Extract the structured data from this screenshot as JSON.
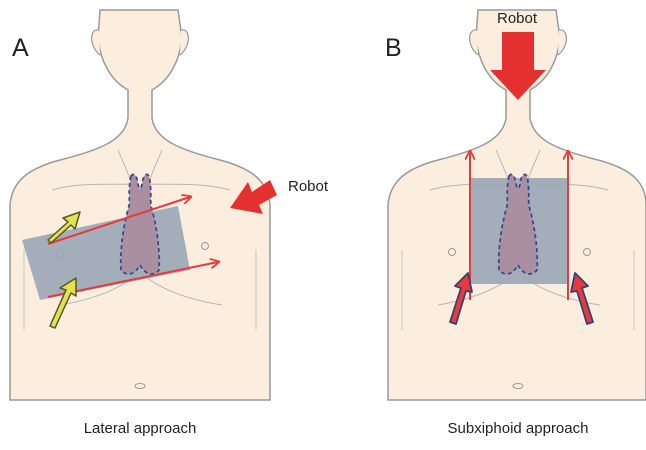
{
  "panels": [
    {
      "letter": "A",
      "caption": "Lateral approach",
      "robot_label": "Robot"
    },
    {
      "letter": "B",
      "caption": "Subxiphoid approach",
      "robot_label": "Robot"
    }
  ],
  "colors": {
    "skin": "#fbeede",
    "outline": "#9a9a9a",
    "field": "#9aa6b6",
    "thymus": "#a98fa0",
    "thymus_outline": "#3b4a8a",
    "instrument_line": "#e83a3a",
    "robot_arrow": "#e53030",
    "port_arrow_yellow": "#e3e24a",
    "port_arrow_outline": "#55562a",
    "port_arrow_red": "#e53b3b",
    "port_arrow_red_outline": "#3a3f73"
  }
}
